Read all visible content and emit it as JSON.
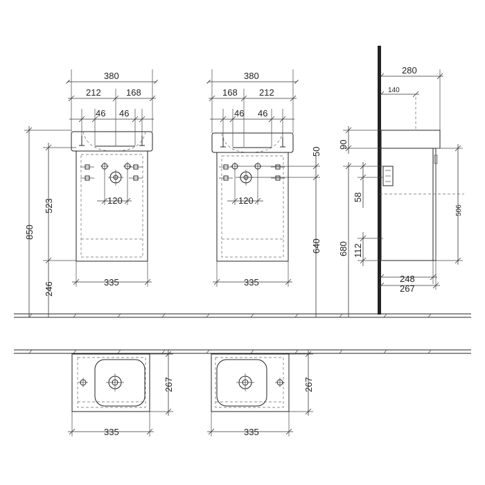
{
  "dimensions": {
    "left_front": {
      "total_width": "380",
      "left_width": "212",
      "right_width": "168",
      "tap_left": "46",
      "tap_right": "46",
      "pipe_spacing": "120",
      "cabinet_width": "335",
      "total_height": "850",
      "cabinet_height": "523",
      "floor_gap": "246"
    },
    "right_front": {
      "total_width": "380",
      "left_width": "168",
      "right_width": "212",
      "tap_left": "46",
      "tap_right": "46",
      "pipe_spacing": "120",
      "cabinet_width": "335",
      "basin_height": "50",
      "inner_height": "640"
    },
    "side": {
      "depth": "280",
      "offset": "140",
      "top_thickness": "90",
      "height_680": "680",
      "dim_58": "58",
      "dim_112": "112",
      "cabinet_height": "506",
      "depth_248": "248",
      "depth_267": "267"
    },
    "plan_left": {
      "depth": "267",
      "width": "335"
    },
    "plan_right": {
      "depth": "267",
      "width": "335"
    }
  }
}
